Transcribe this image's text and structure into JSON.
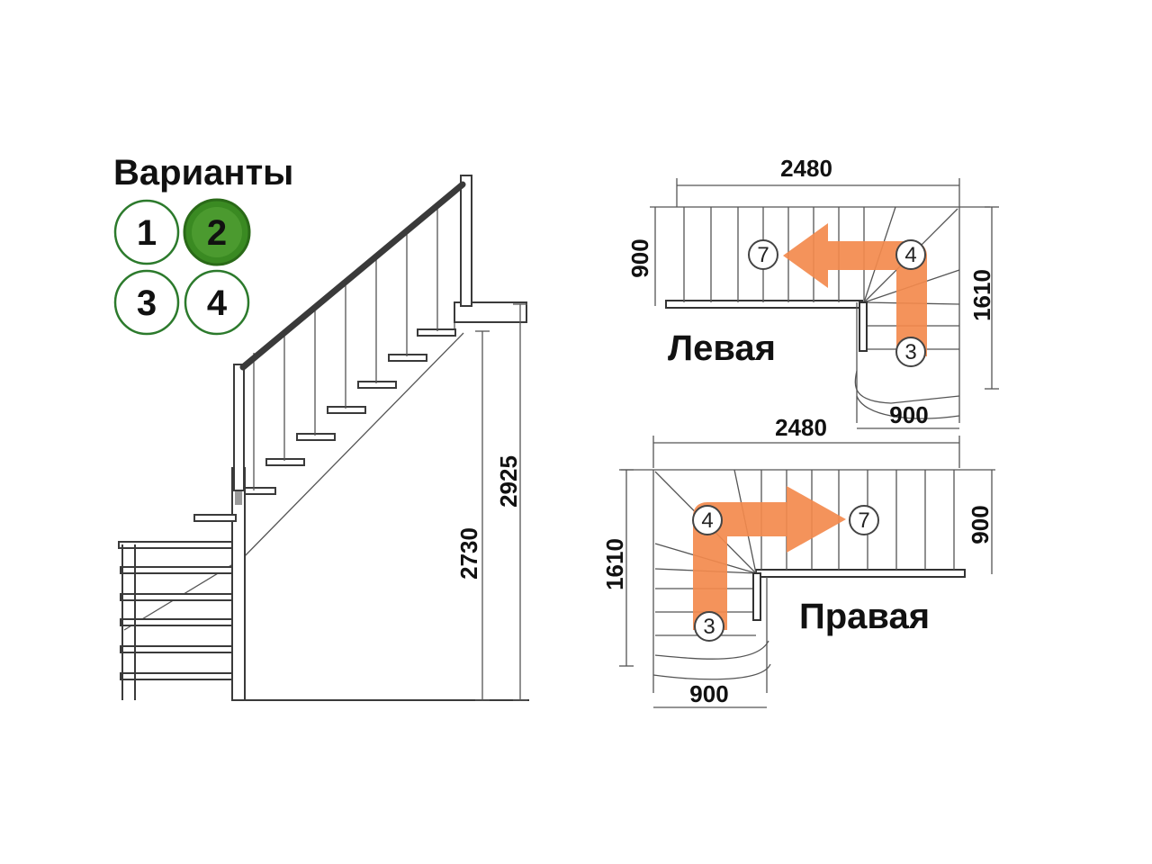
{
  "variants": {
    "title": "Варианты",
    "options": [
      {
        "label": "1",
        "selected": false
      },
      {
        "label": "2",
        "selected": true
      },
      {
        "label": "3",
        "selected": false
      },
      {
        "label": "4",
        "selected": false
      }
    ],
    "accent_color": "#3a8a22",
    "ring_color": "#2c7a2c"
  },
  "side_view": {
    "height_floor": "2730",
    "height_total": "2925"
  },
  "left_plan": {
    "title": "Левая",
    "width_total": "2480",
    "width_upper": "900",
    "depth_total": "1610",
    "width_lower": "900",
    "step_labels": [
      "7",
      "4",
      "3"
    ]
  },
  "right_plan": {
    "title": "Правая",
    "width_total": "2480",
    "width_upper": "900",
    "depth_total": "1610",
    "width_lower": "900",
    "step_labels": [
      "4",
      "7",
      "3"
    ]
  },
  "arrow_color": "#f38a4d"
}
